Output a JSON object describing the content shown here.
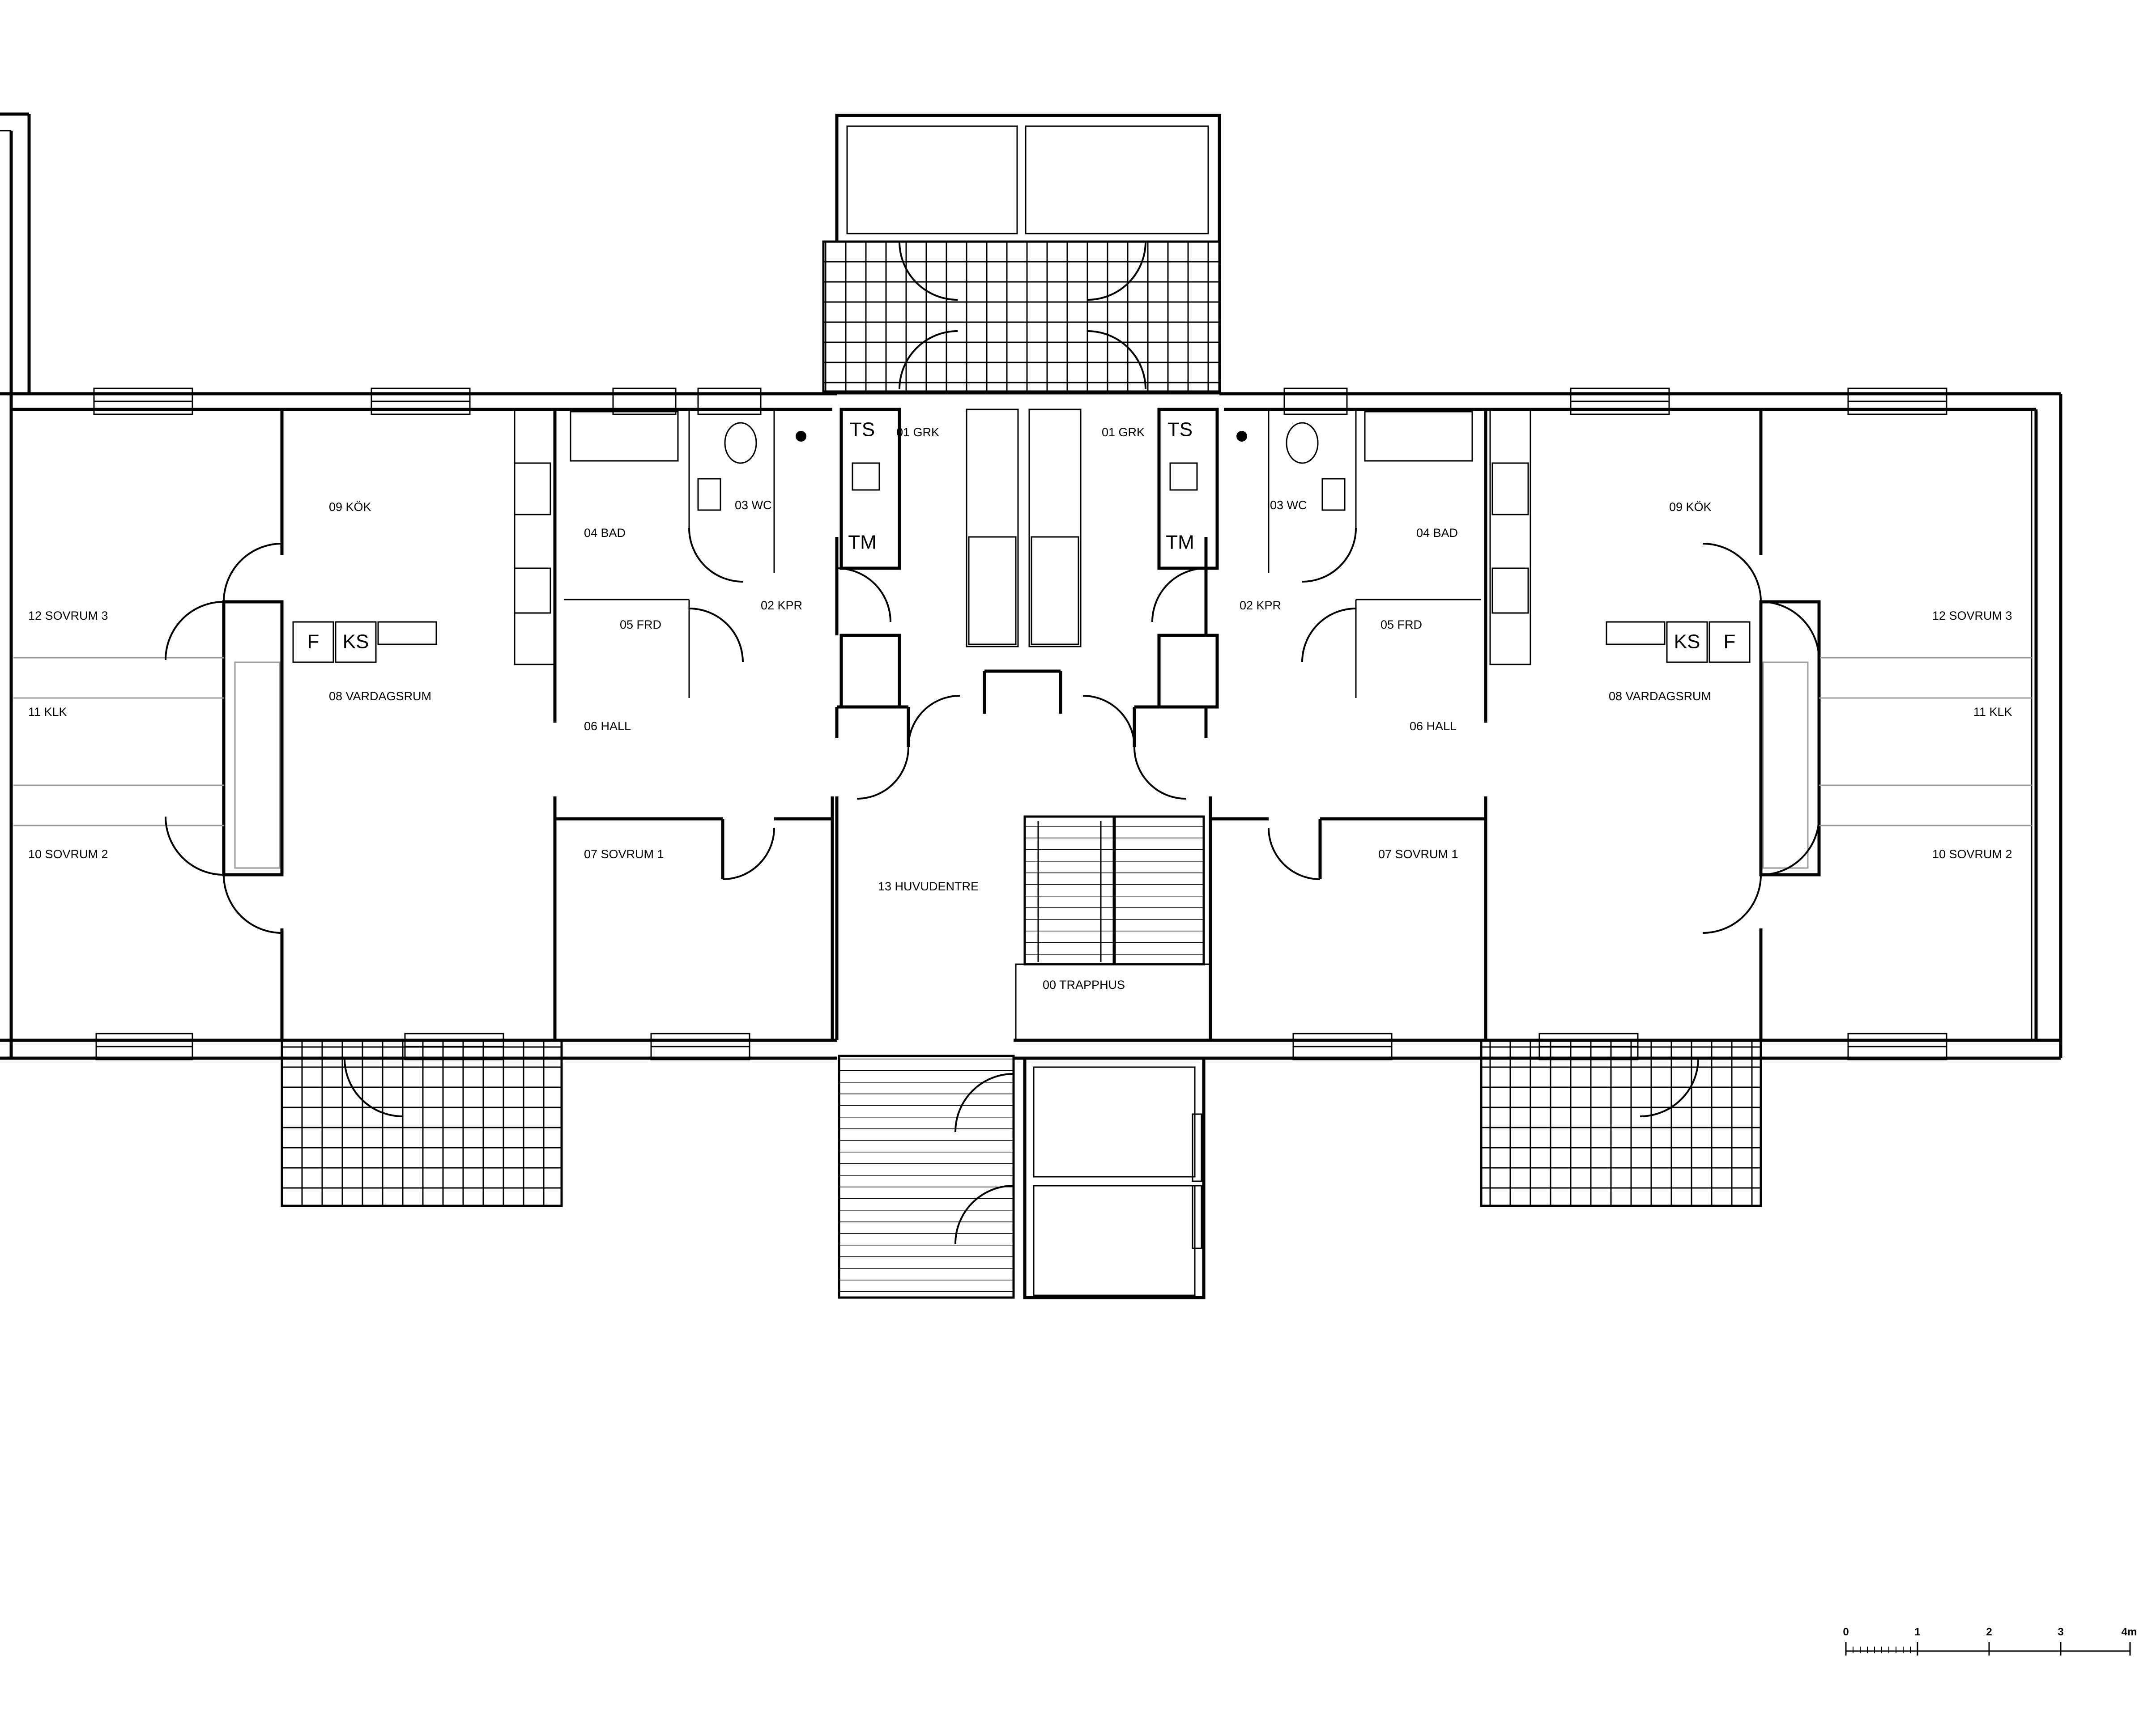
{
  "rooms": {
    "grk_left": "01 GRK",
    "grk_right": "01 GRK",
    "wc_left": "03 WC",
    "wc_right": "03 WC",
    "bad_left": "04 BAD",
    "bad_right": "04 BAD",
    "kpr_left": "02 KPR",
    "kpr_right": "02 KPR",
    "frd_left": "05 FRD",
    "frd_right": "05 FRD",
    "hall_left": "06 HALL",
    "hall_right": "06 HALL",
    "kok_left": "09 KÖK",
    "kok_right": "09 KÖK",
    "sovrum3_left": "12 SOVRUM 3",
    "sovrum3_right": "12 SOVRUM 3",
    "klk_left": "11 KLK",
    "klk_right": "11 KLK",
    "sovrum2_left": "10 SOVRUM 2",
    "sovrum2_right": "10 SOVRUM 2",
    "vardagsrum_left": "08 VARDAGSRUM",
    "vardagsrum_right": "08 VARDAGSRUM",
    "sovrum1_left": "07 SOVRUM 1",
    "sovrum1_right": "07 SOVRUM 1",
    "huvudentre": "13 HUVUDENTRE",
    "trapphus": "00 TRAPPHUS"
  },
  "fixtures": {
    "ts_left": "TS",
    "tm_left": "TM",
    "ts_right": "TS",
    "tm_right": "TM",
    "f_left": "F",
    "ks_left": "KS",
    "ks_right": "KS",
    "f_right": "F"
  },
  "scale_bar": {
    "ticks": [
      "0",
      "1",
      "2",
      "3",
      "4m"
    ]
  }
}
